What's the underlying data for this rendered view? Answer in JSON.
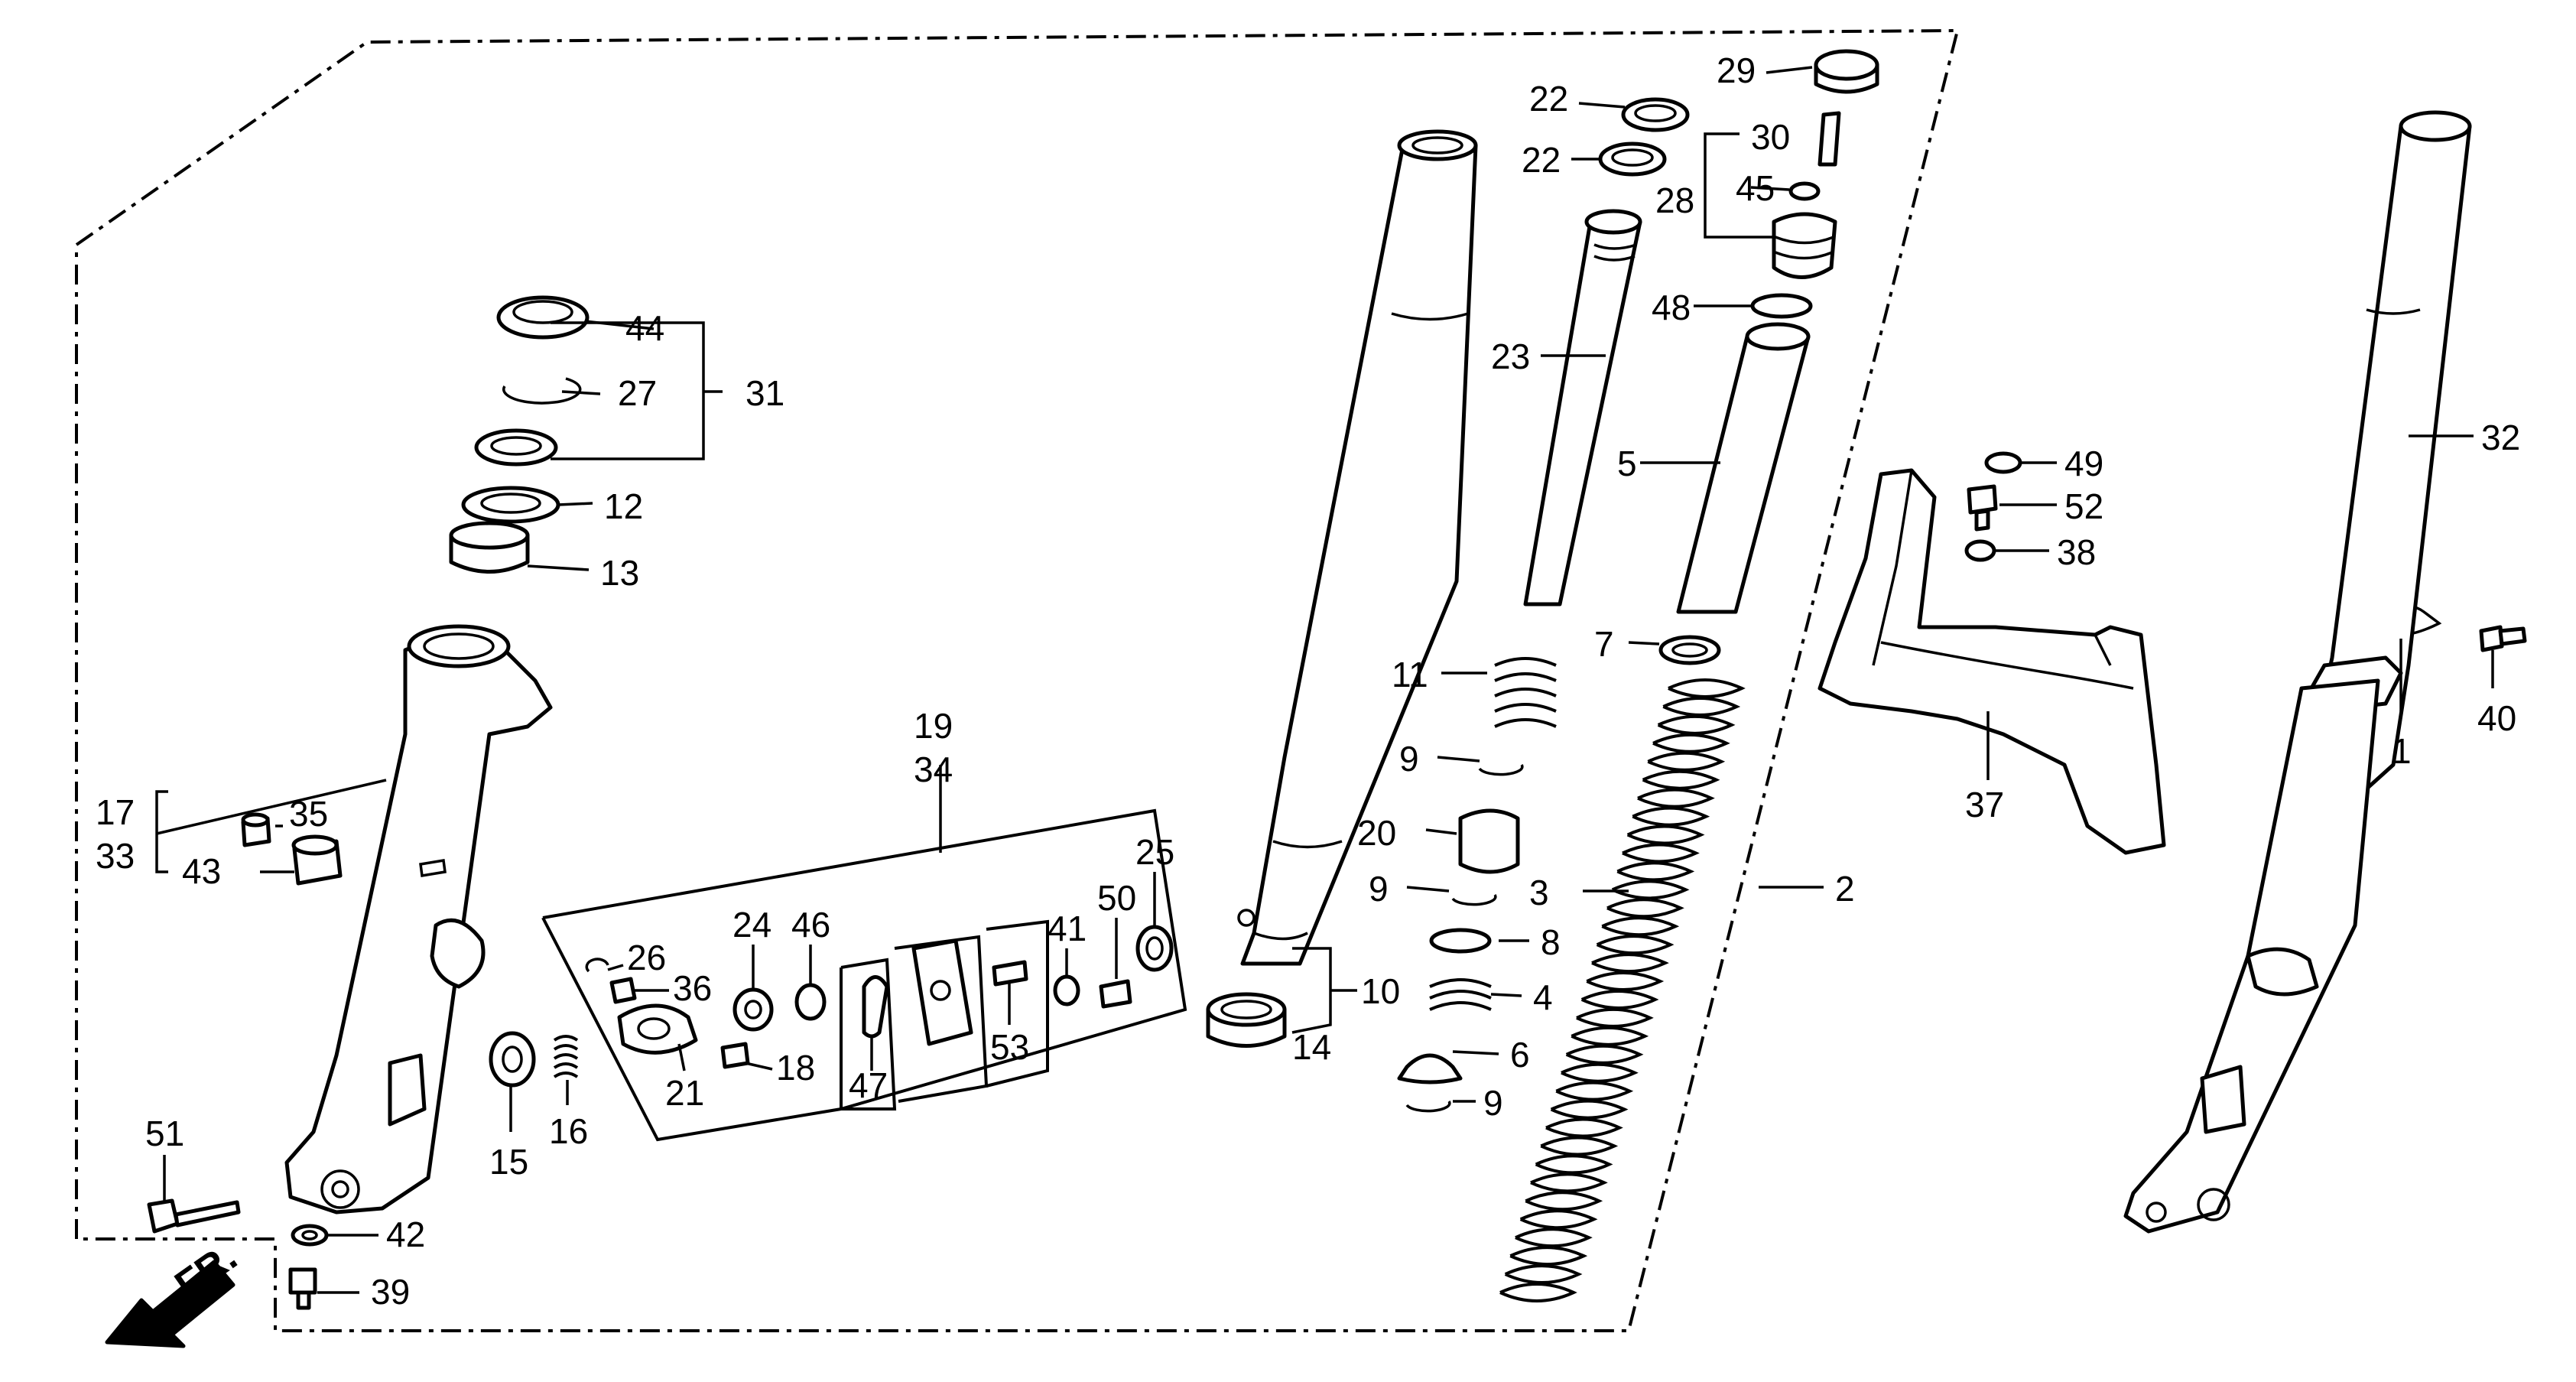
{
  "labels": [
    {
      "text": "29"
    },
    {
      "text": "22"
    },
    {
      "text": "22"
    },
    {
      "text": "30"
    },
    {
      "text": "28"
    },
    {
      "text": "45"
    },
    {
      "text": "48"
    },
    {
      "text": "23"
    },
    {
      "text": "5"
    },
    {
      "text": "44"
    },
    {
      "text": "27"
    },
    {
      "text": "31"
    },
    {
      "text": "12"
    },
    {
      "text": "13"
    },
    {
      "text": "49"
    },
    {
      "text": "52"
    },
    {
      "text": "38"
    },
    {
      "text": "32"
    },
    {
      "text": "7"
    },
    {
      "text": "11"
    },
    {
      "text": "9"
    },
    {
      "text": "20"
    },
    {
      "text": "9"
    },
    {
      "text": "3"
    },
    {
      "text": "8"
    },
    {
      "text": "4"
    },
    {
      "text": "6"
    },
    {
      "text": "9"
    },
    {
      "text": "2"
    },
    {
      "text": "10"
    },
    {
      "text": "14"
    },
    {
      "text": "19"
    },
    {
      "text": "34"
    },
    {
      "text": "25"
    },
    {
      "text": "50"
    },
    {
      "text": "41"
    },
    {
      "text": "24"
    },
    {
      "text": "46"
    },
    {
      "text": "26"
    },
    {
      "text": "36"
    },
    {
      "text": "21"
    },
    {
      "text": "18"
    },
    {
      "text": "47"
    },
    {
      "text": "53"
    },
    {
      "text": "15"
    },
    {
      "text": "16"
    },
    {
      "text": "17"
    },
    {
      "text": "33"
    },
    {
      "text": "35"
    },
    {
      "text": "43"
    },
    {
      "text": "51"
    },
    {
      "text": "42"
    },
    {
      "text": "39"
    },
    {
      "text": "37"
    },
    {
      "text": "1"
    },
    {
      "text": "40"
    }
  ],
  "front_marker": "FR."
}
